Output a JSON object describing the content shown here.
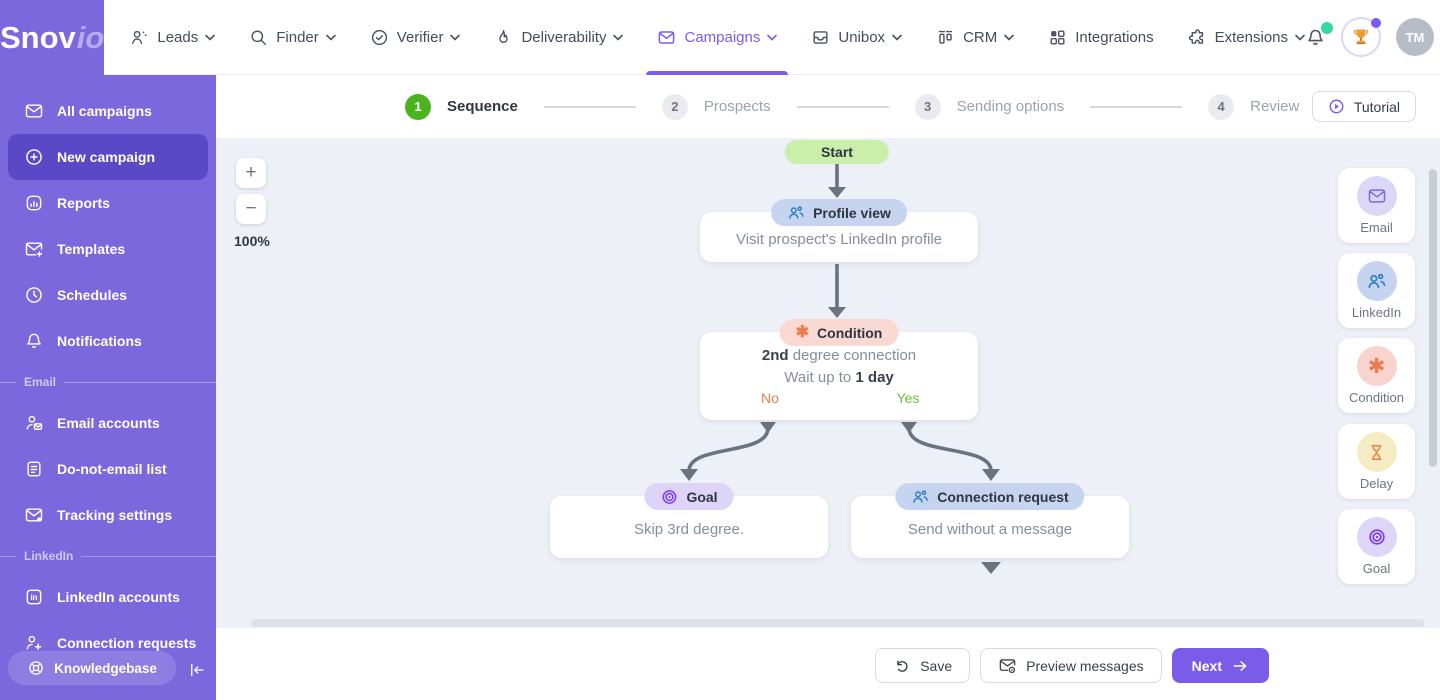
{
  "brand": {
    "name": "Snov",
    "suffix": "io"
  },
  "nav": {
    "items": [
      {
        "label": "Leads",
        "icon": "leads-icon",
        "chevron": true
      },
      {
        "label": "Finder",
        "icon": "finder-icon",
        "chevron": true
      },
      {
        "label": "Verifier",
        "icon": "verifier-icon",
        "chevron": true
      },
      {
        "label": "Deliverability",
        "icon": "deliverability-icon",
        "chevron": true
      },
      {
        "label": "Campaigns",
        "icon": "campaigns-icon",
        "chevron": true,
        "active": true
      },
      {
        "label": "Unibox",
        "icon": "unibox-icon",
        "chevron": true
      },
      {
        "label": "CRM",
        "icon": "crm-icon",
        "chevron": true
      },
      {
        "label": "Integrations",
        "icon": "integrations-icon",
        "chevron": false
      },
      {
        "label": "Extensions",
        "icon": "extensions-icon",
        "chevron": true
      }
    ],
    "avatar_initials": "TM"
  },
  "sidebar": {
    "items": [
      {
        "label": "All campaigns",
        "icon": "envelope-icon"
      },
      {
        "label": "New campaign",
        "icon": "plus-circle-icon",
        "active": true
      },
      {
        "label": "Reports",
        "icon": "reports-icon"
      },
      {
        "label": "Templates",
        "icon": "template-envelope-icon"
      },
      {
        "label": "Schedules",
        "icon": "clock-icon"
      },
      {
        "label": "Notifications",
        "icon": "bell-icon"
      }
    ],
    "email_section": {
      "title": "Email",
      "items": [
        {
          "label": "Email accounts",
          "icon": "user-envelope-icon"
        },
        {
          "label": "Do-not-email list",
          "icon": "document-icon"
        },
        {
          "label": "Tracking settings",
          "icon": "envelope-dot-icon"
        }
      ]
    },
    "linkedin_section": {
      "title": "LinkedIn",
      "items": [
        {
          "label": "LinkedIn accounts",
          "icon": "linkedin-icon"
        },
        {
          "label": "Connection requests",
          "icon": "user-plus-icon"
        }
      ]
    },
    "knowledgebase_label": "Knowledgebase"
  },
  "stepper": {
    "steps": [
      {
        "number": "1",
        "label": "Sequence",
        "active": true
      },
      {
        "number": "2",
        "label": "Prospects",
        "active": false
      },
      {
        "number": "3",
        "label": "Sending options",
        "active": false
      },
      {
        "number": "4",
        "label": "Review",
        "active": false
      }
    ],
    "tutorial_label": "Tutorial"
  },
  "canvas": {
    "zoom_controls": {
      "zoom_in": "+",
      "zoom_out": "−",
      "level": "100%"
    },
    "nodes": {
      "start": {
        "label": "Start"
      },
      "profile_view": {
        "type": "Profile view",
        "description": "Visit prospect's LinkedIn profile"
      },
      "condition": {
        "type": "Condition",
        "line1_bold": "2nd",
        "line1_rest": " degree connection",
        "line2_pre": "Wait up to ",
        "line2_bold": "1 day",
        "branch_no": "No",
        "branch_yes": "Yes"
      },
      "goal": {
        "type": "Goal",
        "description": "Skip 3rd degree."
      },
      "connection_request": {
        "type": "Connection request",
        "description": "Send without a message"
      }
    }
  },
  "palette": {
    "items": [
      {
        "label": "Email",
        "icon": "email-icon"
      },
      {
        "label": "LinkedIn",
        "icon": "linkedin-people-icon"
      },
      {
        "label": "Condition",
        "icon": "condition-asterisk-icon"
      },
      {
        "label": "Delay",
        "icon": "hourglass-icon"
      },
      {
        "label": "Goal",
        "icon": "goal-target-icon"
      }
    ]
  },
  "footer": {
    "save_label": "Save",
    "preview_label": "Preview messages",
    "next_label": "Next"
  },
  "colors": {
    "accent": "#7a5cf5",
    "sidebar": "#7b68dc",
    "sidebar_active": "#5b48c6",
    "step_active_green": "#4cb31c",
    "start_node_green": "#c9efab",
    "linkedin_pill_blue": "#c7d4ef",
    "condition_pill_pink": "#fbd9d3",
    "goal_pill_purple": "#ded4f8",
    "branch_no_orange": "#ee7b4e",
    "branch_yes_green": "#67c42f",
    "canvas_bg": "#edf0f6"
  }
}
